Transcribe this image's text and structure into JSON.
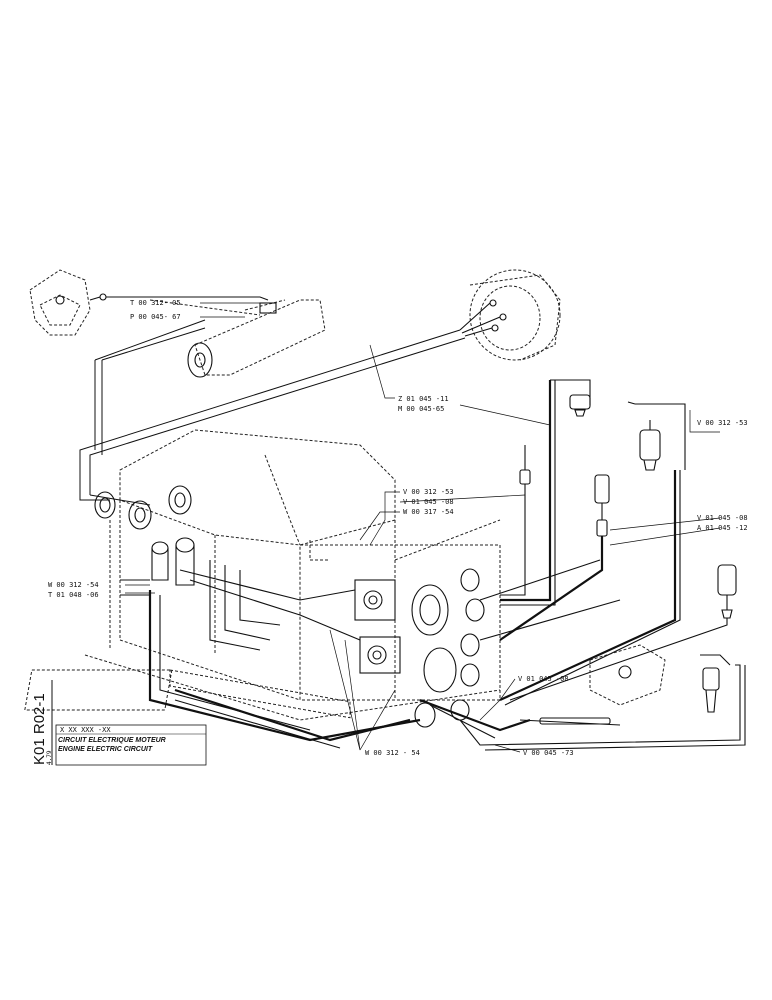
{
  "side_label": {
    "code": "K01 R02-1",
    "page": "4.79"
  },
  "title_block": {
    "ref": "X  XX XXX -XX",
    "title_fr": "CIRCUIT ELECTRIQUE MOTEUR",
    "title_en": "ENGINE ELECTRIC CIRCUIT"
  },
  "part_labels": {
    "t_00_312_05": "T 00 312- 05",
    "p_00_045_67": "P 00 045- 67",
    "z_01_045_11": "Z 01 045 -11",
    "m_00_045_65": "M 00 045-65",
    "v_00_312_53_right": "V 00 312 -53",
    "v_00_312_53_center": "V 00 312 -53",
    "v_01_045_08_center": "V 01 045 -08",
    "w_00_317_54": "W 00 317 -54",
    "v_01_045_08_right": "V 01 045 -08",
    "a_01_045_12": "A 01 045 -12",
    "w_00_312_54_left": "W 00 312 -54",
    "t_01_048_06": "T 01 048 -06",
    "v_01_045_08_lower": "V 01 045 -08",
    "w_00_312_54_bottom": "W 00 312 - 54",
    "v_00_045_73": "V 00 045 -73"
  }
}
